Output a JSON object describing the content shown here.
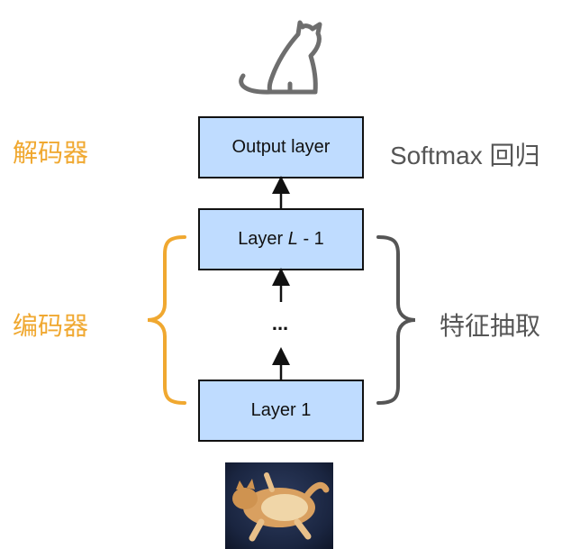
{
  "labels": {
    "decoder": "解码器",
    "encoder": "编码器",
    "softmax": "Softmax 回归",
    "feature": "特征抽取"
  },
  "layers": {
    "output": "Output layer",
    "l_minus_1_prefix": "Layer ",
    "l_minus_1_italic": "L",
    "l_minus_1_suffix": " - 1",
    "ellipsis": "...",
    "first": "Layer 1"
  },
  "colors": {
    "box_fill": "#bfdcff",
    "encoder_accent": "#f0a830",
    "feature_gray": "#555555"
  },
  "icons": {
    "top": "cat-silhouette-icon",
    "bottom": "cat-photo"
  }
}
